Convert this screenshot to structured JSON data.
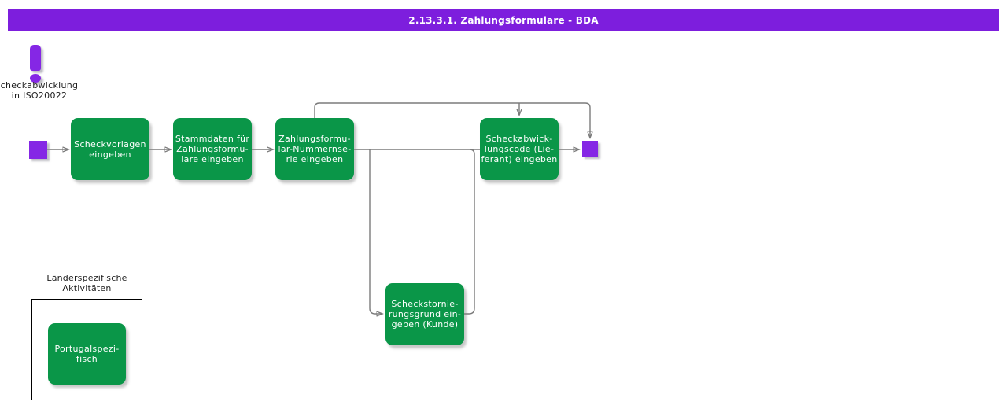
{
  "title_bar": {
    "title": "2.13.3.1. Zahlungsformulare - BDA"
  },
  "note": {
    "icon": "exclamation-mark-icon",
    "label": "checkabwicklung\nin ISO20022"
  },
  "colors": {
    "activity_green": "#0a9648",
    "title_bar_purple": "#7d1edd",
    "event_purple": "#8527e5",
    "connector_gray": "#7b7b7b"
  },
  "diagram": {
    "start_event": {
      "type": "start-event"
    },
    "end_event": {
      "type": "end-event"
    },
    "activities": [
      {
        "id": "scheckvorlagen",
        "label": "Scheckvorlagen\neingeben"
      },
      {
        "id": "stammdaten",
        "label": "Stammdaten für\nZahlungsformu-\nlare eingeben"
      },
      {
        "id": "nummernserie",
        "label": "Zahlungsformu-\nlar-Nummernse-\nrie eingeben"
      },
      {
        "id": "scheckabwicklungscode",
        "label": "Scheckabwick-\nlungscode (Lie-\nferant) eingeben"
      },
      {
        "id": "scheckstornierungsgrund",
        "label": "Scheckstornie-\nrungsgrund ein-\ngeben (Kunde)"
      }
    ],
    "country_group": {
      "title": "Länderspezifische\nAktivitäten",
      "activities": [
        {
          "id": "portugal",
          "label": "Portugalspezi-\nfisch"
        }
      ]
    }
  }
}
